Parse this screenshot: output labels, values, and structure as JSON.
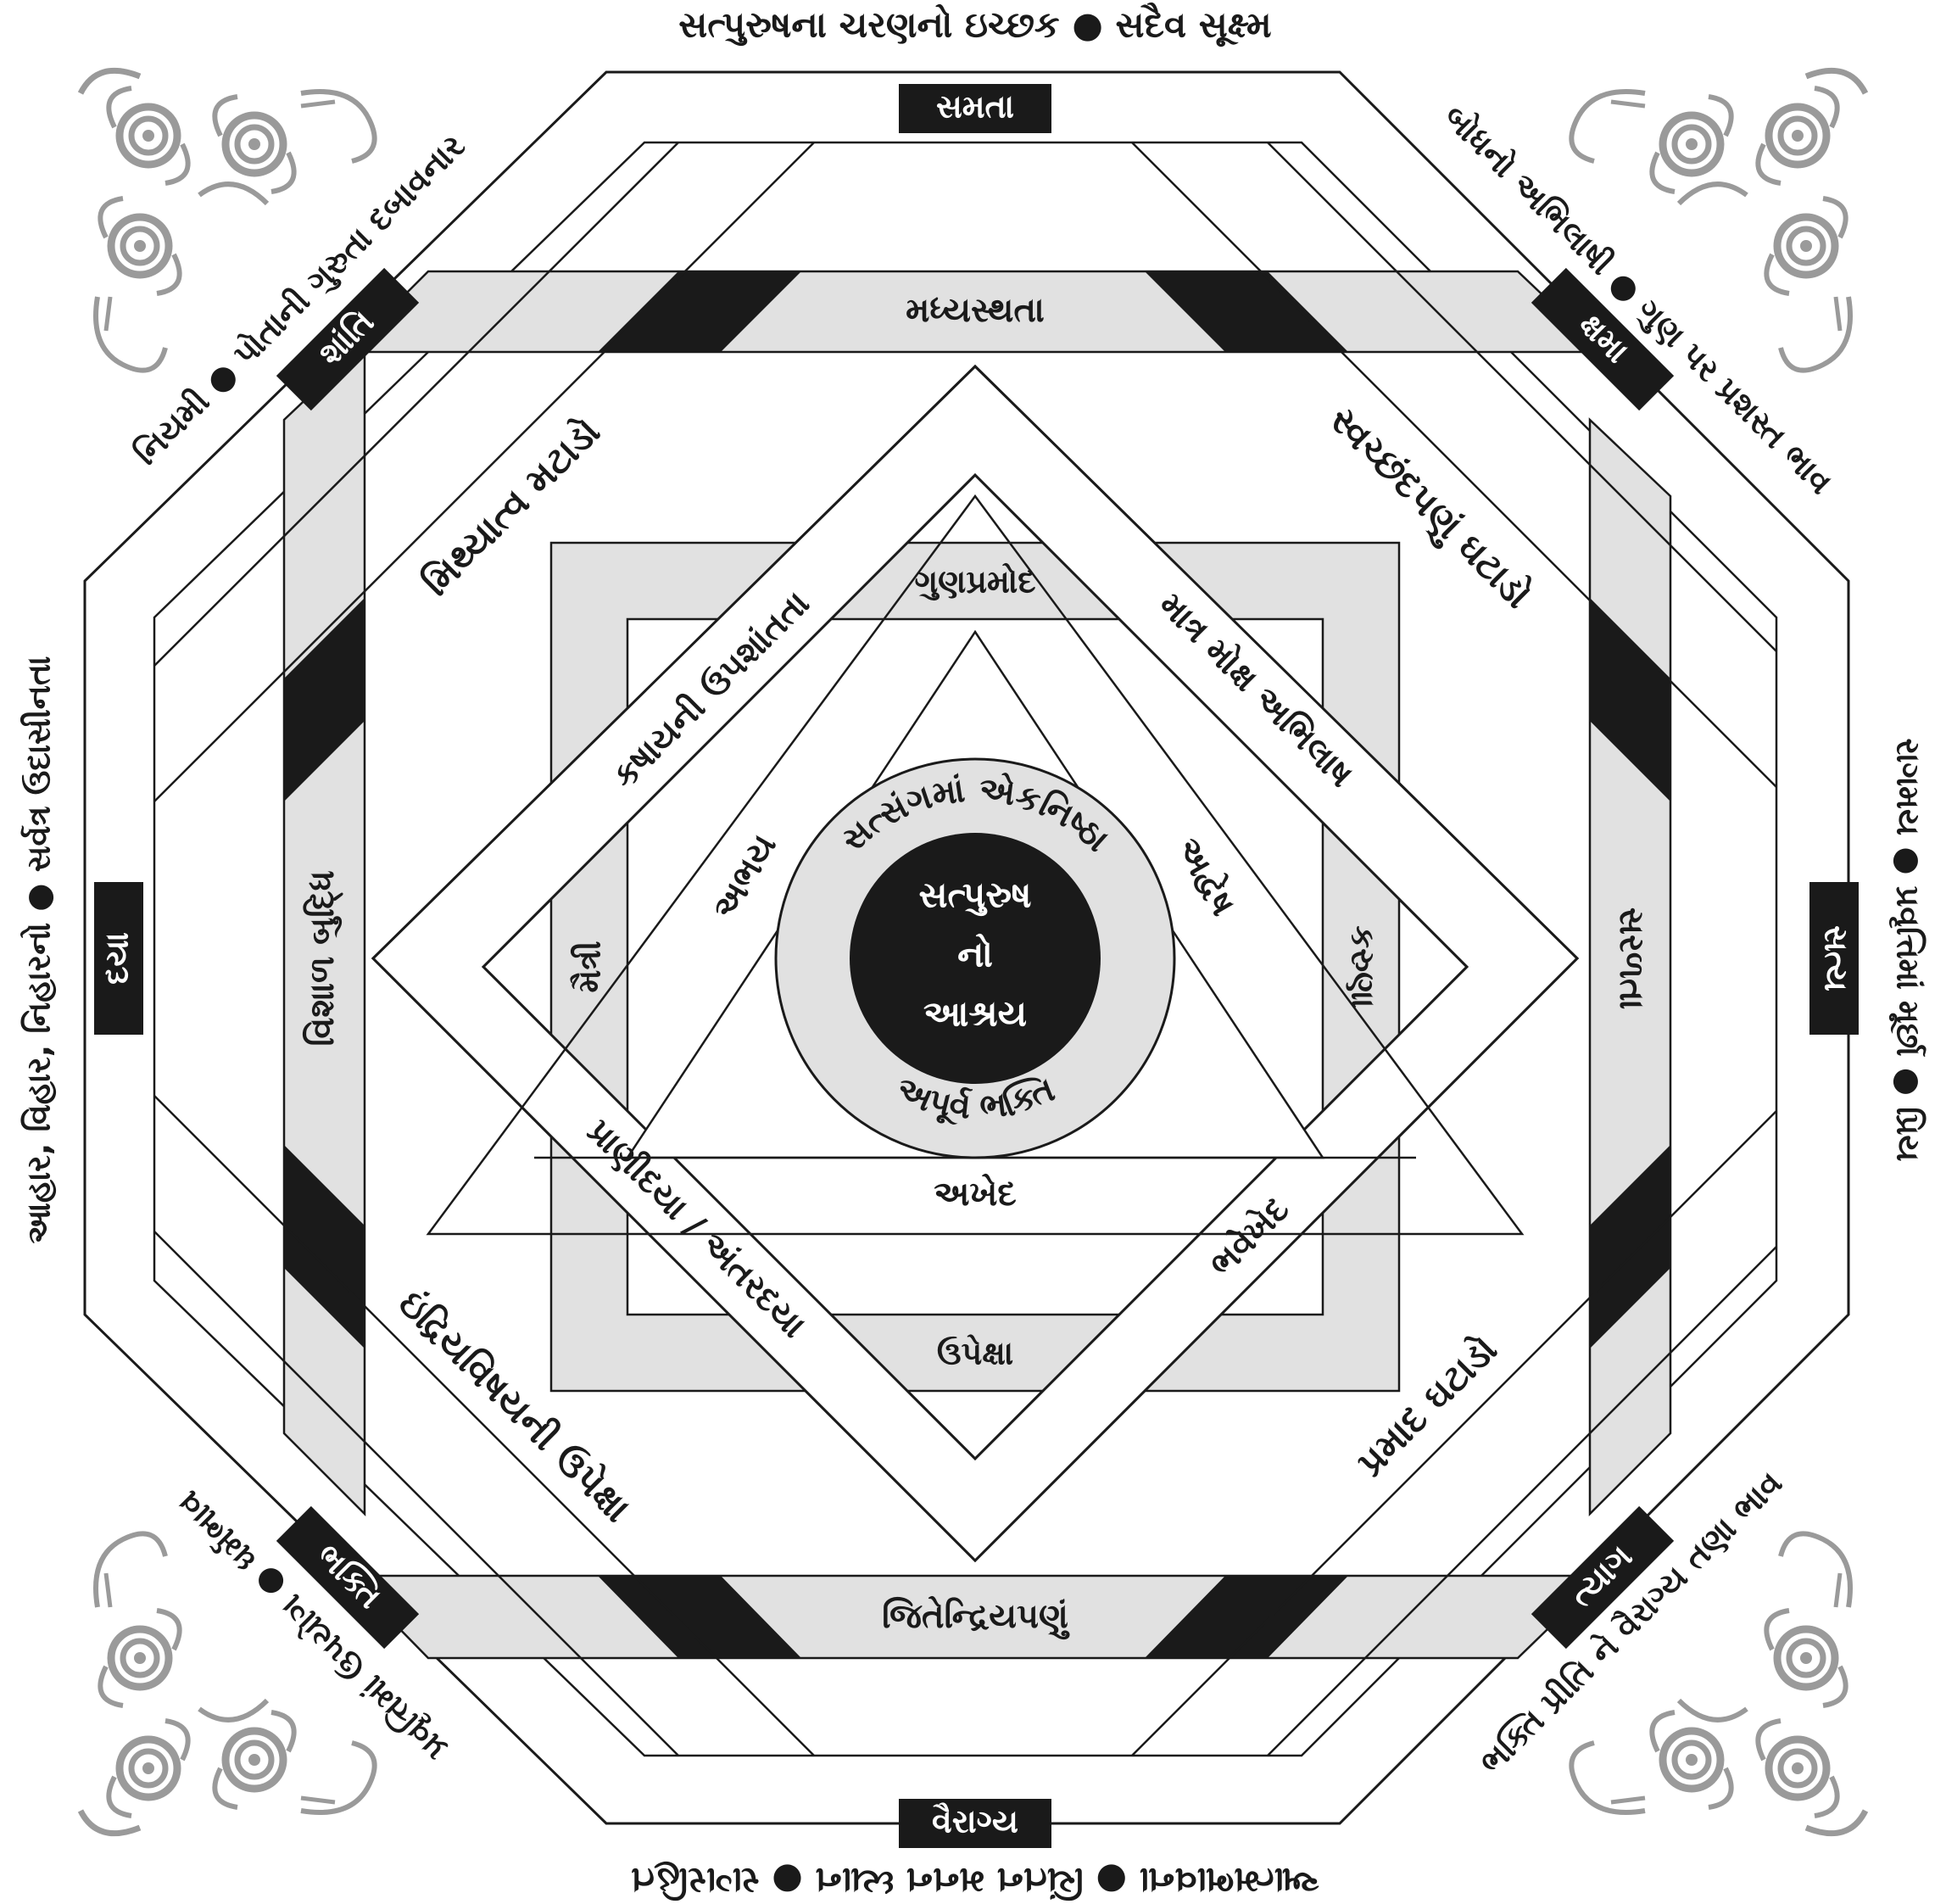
{
  "center": {
    "inner_lines": [
      "સત્પુરુષ",
      "નો",
      "આશ્રય"
    ],
    "ring_top": "સત્સંગમાં એકનિષ્ઠા",
    "ring_bottom": "અપૂર્વ ભક્તિ"
  },
  "octagon_boxes": {
    "top": "સમતા",
    "top_right": "ક્ષમા",
    "right": "સત્ય",
    "bottom_right": "ત્યાગ",
    "bottom": "વૈરાગ્ય",
    "bottom_left": "ભક્તિ",
    "left": "દયા",
    "top_left": "શાંતિ"
  },
  "outer_texts": {
    "top": "સત્પુરુષના ચરણનો ઇચ્છક ● સદૈવ સૂક્ષ્મ",
    "top_right": "બોધનો અભિલાષી ● ગુણ પર પ્રશસ્ત ભાવ",
    "right": "રાગમય ● પ્રવૃત્તિમાં મૂર્છા ● પ્રિય",
    "bottom_right": "ભક્તિ પ્રીતિ ને વૈરાગ્ય તણા ભાવ",
    "bottom": "આત્મભાવના ● ચિંતન મનન ધ્યાન ● રાગરહિત",
    "bottom_left": "પ્રવૃત્તિમાં ઉપયોગ ● ધર્મભાવ",
    "left": "આહાર, વિહાર, નિહારનો ● સર્વત્ર ઉદાસીનતા",
    "top_left": "નિયમી ● પોતાની ગુરુતા દબાવનાર"
  },
  "band_labels": {
    "top": "મધ્યસ્થતા",
    "bottom": "જિતેન્દ્રિયપણું",
    "left": "વિશાળ બુદ્ધિ",
    "right": "સરળતા"
  },
  "diamond_outer": {
    "upper_left": "મિથ્યાત્વ મટાડો",
    "upper_right": "સ્વચ્છંદપણું ઘટાડો",
    "lower_left": "ઇંદ્રિયવિષયની ઉપેક્ષા",
    "lower_right": "પ્રમાદ ઘટાડો"
  },
  "diamond_inner": {
    "upper_left": "કષાયની ઉપશાંતતા",
    "upper_right": "માત્ર મોક્ષ અભિલાષ",
    "lower_left": "પ્રાણીદયા / અંતરદયા",
    "lower_right": "ભવેખેદ"
  },
  "square_band": {
    "top": "ગુણપ્રમોદ",
    "bottom": "ઉપેક્ષા",
    "left": "મૈત્રી",
    "right": "કરુણા"
  },
  "triangle_labels": {
    "left": "અભય",
    "right": "અદ્વેષ",
    "bottom": "અખેદ"
  },
  "colors": {
    "black": "#1a1a1a",
    "grey_band": "#e1e1e1",
    "ornament": "#9a9a9a",
    "white": "#ffffff"
  }
}
